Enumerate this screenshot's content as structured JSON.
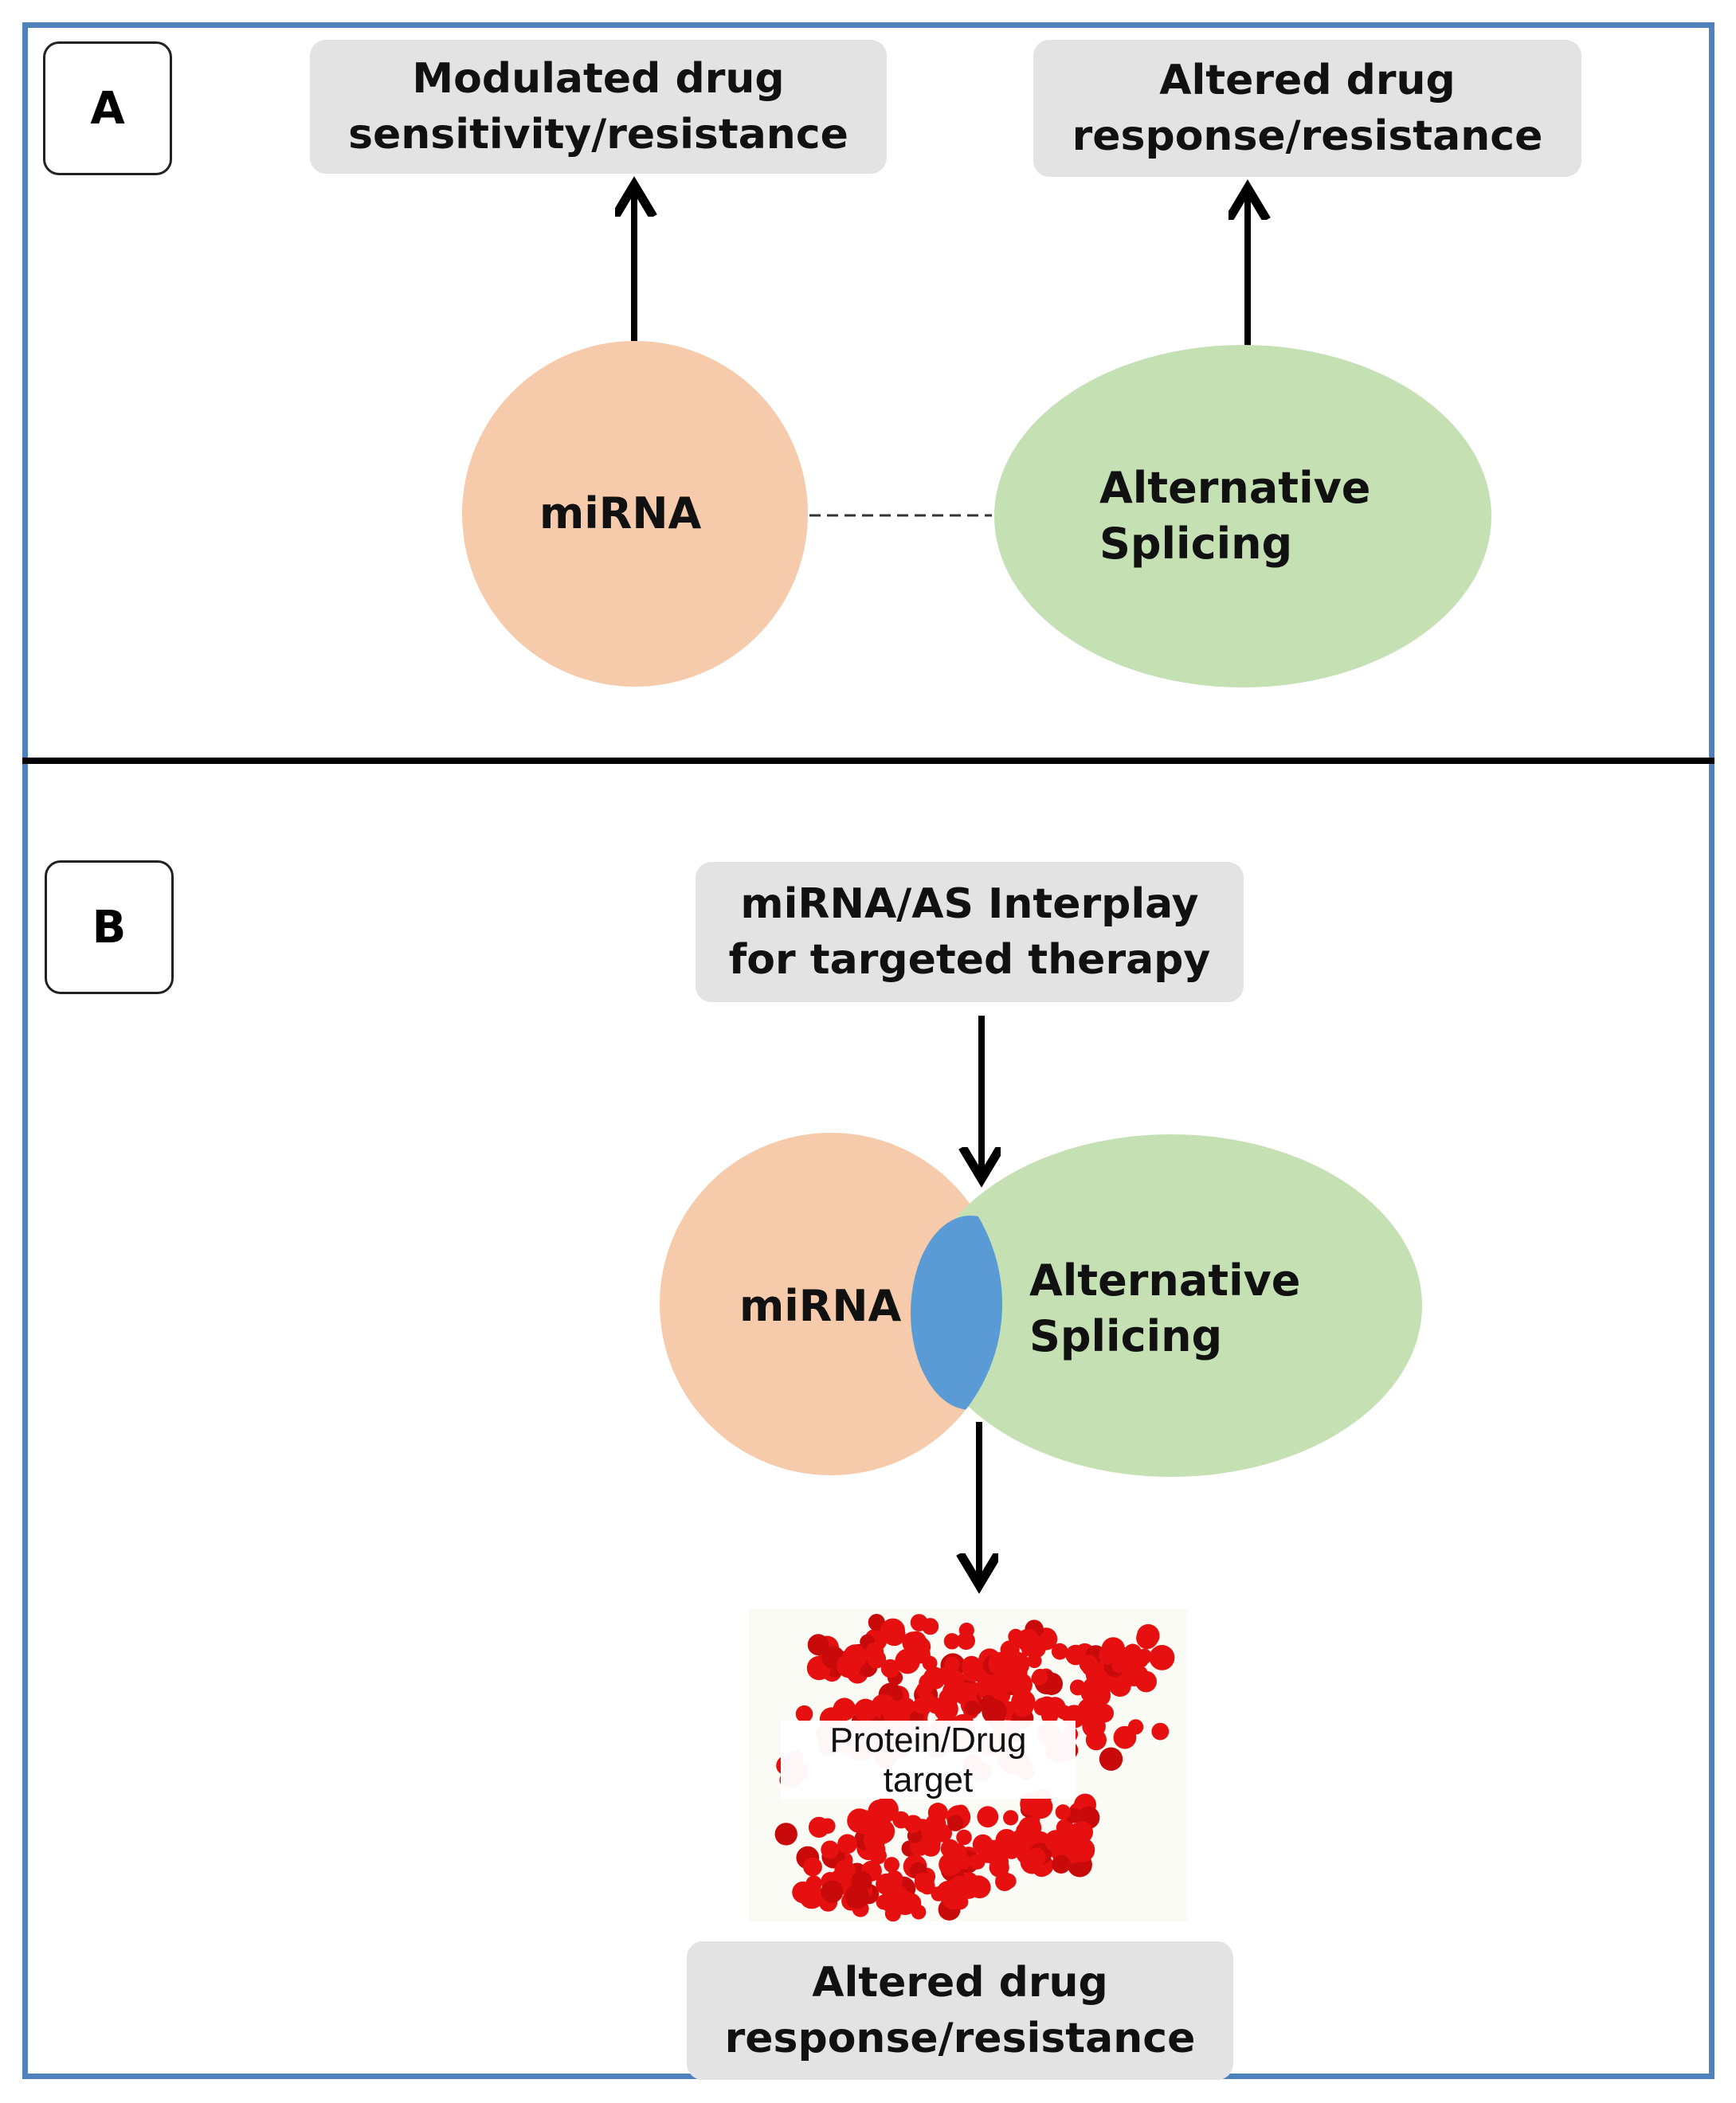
{
  "panel_a": {
    "label": "A",
    "box_left": "Modulated drug\nsensitivity/resistance",
    "box_right": "Altered drug\nresponse/resistance",
    "node_mirna": "miRNA",
    "node_splicing": "Alternative\nSplicing"
  },
  "panel_b": {
    "label": "B",
    "box_top": "miRNA/AS Interplay\nfor targeted therapy",
    "node_mirna": "miRNA",
    "node_splicing": "Alternative\nSplicing",
    "protein_label": "Protein/Drug\ntarget",
    "box_bottom": "Altered drug\nresponse/resistance"
  },
  "colors": {
    "frame": "#4f81bd",
    "mirna": "#f6cbac",
    "splicing": "#c5e0b3",
    "overlap": "#5b9bd5",
    "protein": "#e61010",
    "box": "#e3e3e3"
  }
}
